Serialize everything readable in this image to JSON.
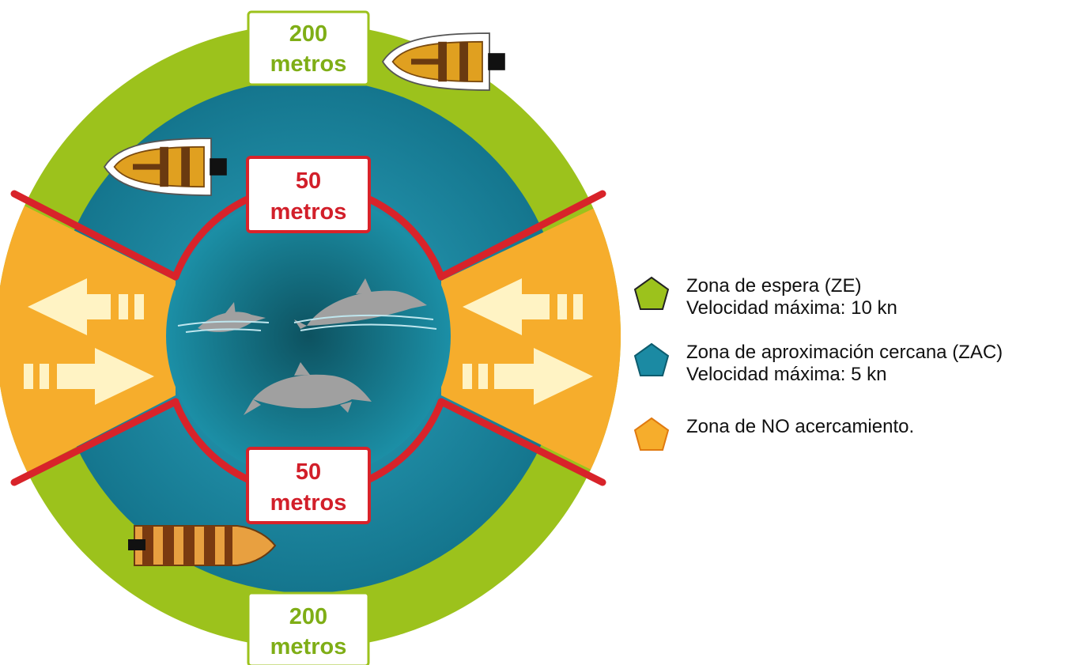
{
  "colors": {
    "ze": "#9cc21c",
    "zac": "#1b8aa3",
    "no_zone": "#f6ad2c",
    "limit_line": "#d8232a",
    "label_200": "#7fae16",
    "label_50": "#d21f2a",
    "dolphin": "#a0a0a0",
    "arrow": "#fff3c4"
  },
  "labels": {
    "top_200": {
      "value": "200",
      "unit": "metros"
    },
    "bottom_200": {
      "value": "200",
      "unit": "metros"
    },
    "top_50": {
      "value": "50",
      "unit": "metros"
    },
    "bottom_50": {
      "value": "50",
      "unit": "metros"
    }
  },
  "legend": {
    "items": [
      {
        "icon": "green-pentagon-icon",
        "line1": "Zona de espera (ZE)",
        "line2": "Velocidad máxima: 10 kn"
      },
      {
        "icon": "blue-pentagon-icon",
        "line1": "Zona de aproximación cercana (ZAC)",
        "line2": "Velocidad máxima: 5 kn"
      },
      {
        "icon": "orange-pentagon-icon",
        "line1": "Zona de NO acercamiento.",
        "line2": ""
      }
    ]
  }
}
